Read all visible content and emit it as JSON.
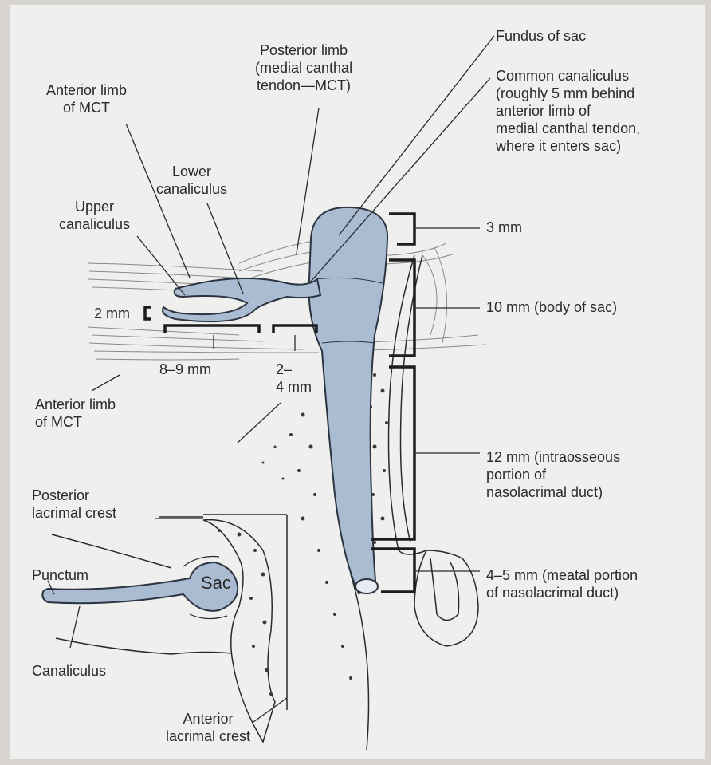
{
  "colors": {
    "background": "#d6d3d0",
    "paper": "#efefed",
    "duct_fill": "#a9bcd2",
    "duct_stroke": "#2b3440",
    "ink": "#2a2a2a"
  },
  "labels": {
    "posterior_limb": "Posterior limb\n(medial canthal\ntendon—MCT)",
    "fundus": "Fundus of sac",
    "common_canaliculus": "Common canaliculus\n(roughly 5 mm behind\nanterior limb of\nmedial canthal tendon,\nwhere it enters sac)",
    "anterior_limb_top": "Anterior limb\nof MCT",
    "lower_canaliculus": "Lower\ncanaliculus",
    "upper_canaliculus": "Upper\ncanaliculus",
    "two_mm": "2 mm",
    "eight_nine_mm": "8–9 mm",
    "two_four_mm": "2–\n4 mm",
    "anterior_limb_bottom": "Anterior limb\nof MCT",
    "three_mm": "3 mm",
    "ten_mm": "10 mm (body of sac)",
    "twelve_mm": "12 mm (intraosseous\nportion of\nnasolacrimal duct)",
    "four_five_mm": "4–5 mm (meatal portion\nof nasolacrimal duct)",
    "posterior_crest": "Posterior\nlacrimal crest",
    "punctum": "Punctum",
    "sac": "Sac",
    "canaliculus": "Canaliculus",
    "anterior_crest": "Anterior\nlacrimal crest"
  }
}
